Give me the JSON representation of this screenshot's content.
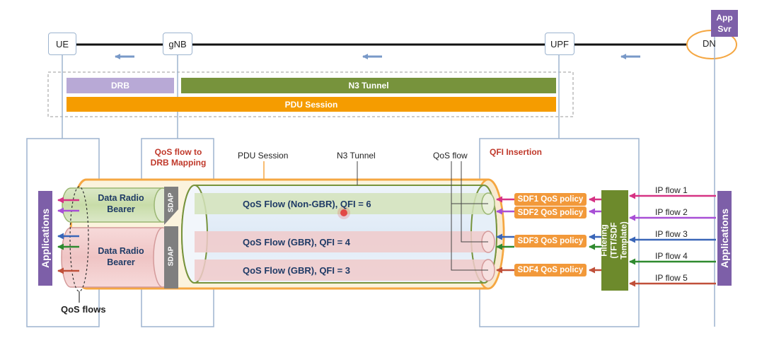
{
  "nodes": {
    "ue": "UE",
    "gnb": "gNB",
    "upf": "UPF",
    "dn": "DN",
    "app_svr": "App\nSvr"
  },
  "bars": {
    "drb": "DRB",
    "n3_tunnel": "N3 Tunnel",
    "pdu_session": "PDU Session"
  },
  "labels": {
    "qos_mapping": "QoS flow to\nDRB Mapping",
    "pdu_session": "PDU Session",
    "n3_tunnel": "N3 Tunnel",
    "qos_flow": "QoS flow",
    "qfi_insertion": "QFI Insertion",
    "qos_flows": "QoS flows"
  },
  "drb_labels": [
    "Data Radio\nBearer",
    "Data Radio\nBearer"
  ],
  "sdap": "SDAP",
  "flows": [
    "QoS Flow (Non-GBR), QFI = 6",
    "QoS Flow (GBR), QFI = 4",
    "QoS Flow (GBR), QFI = 3"
  ],
  "sdf_policies": [
    "SDF1  QoS policy",
    "SDF2 QoS policy",
    "SDF3 QoS policy",
    "SDF4 QoS policy"
  ],
  "filtering": "Filtering\n(TFT/SDF Template)",
  "applications": "Applications",
  "ip_flows": [
    "IP flow 1",
    "IP flow 2",
    "IP flow 3",
    "IP flow 4",
    "IP flow 5"
  ],
  "colors": {
    "drb_bar": "#b8a9d6",
    "n3_bar": "#77933c",
    "pdu_bar": "#f59c00",
    "app_box": "#7d5fa8",
    "filter_box": "#6d8a2c",
    "sdf_box": "#f2993a",
    "magenta": "#d63384",
    "violet": "#a84fd6",
    "blue": "#3a66b8",
    "green": "#2f8a2f",
    "red": "#c0503a"
  }
}
